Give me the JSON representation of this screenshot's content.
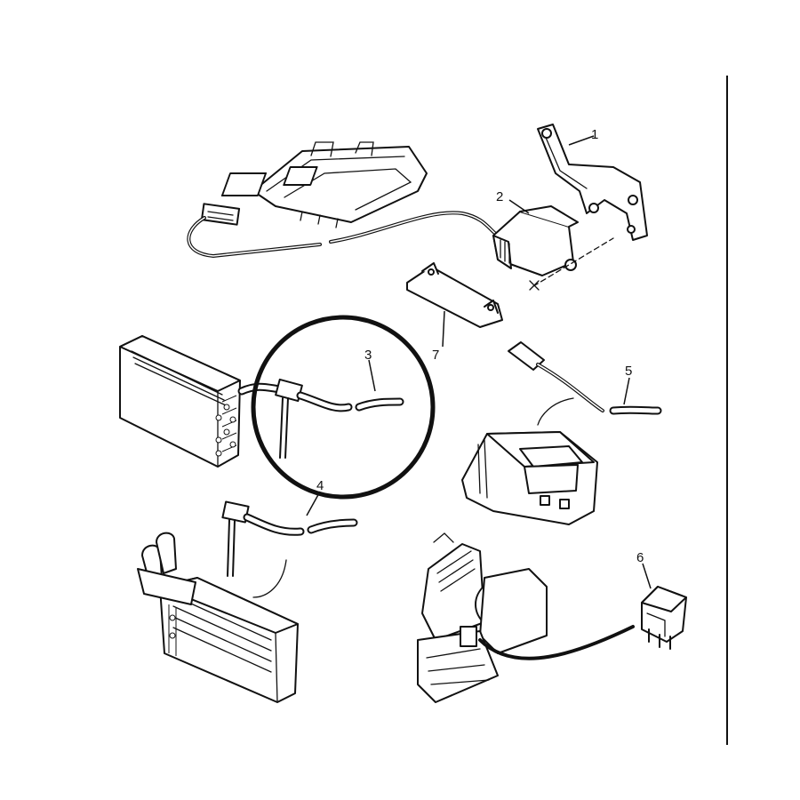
{
  "callouts": [
    {
      "id": "1",
      "text": "1"
    },
    {
      "id": "2",
      "text": "2"
    },
    {
      "id": "3",
      "text": "3"
    },
    {
      "id": "4",
      "text": "4"
    },
    {
      "id": "5",
      "text": "5"
    },
    {
      "id": "6",
      "text": "6"
    },
    {
      "id": "7",
      "text": "7"
    }
  ],
  "highlight": {
    "target_callout": "3",
    "shape": "circle"
  },
  "colors": {
    "line": "#111111",
    "background": "#ffffff"
  }
}
